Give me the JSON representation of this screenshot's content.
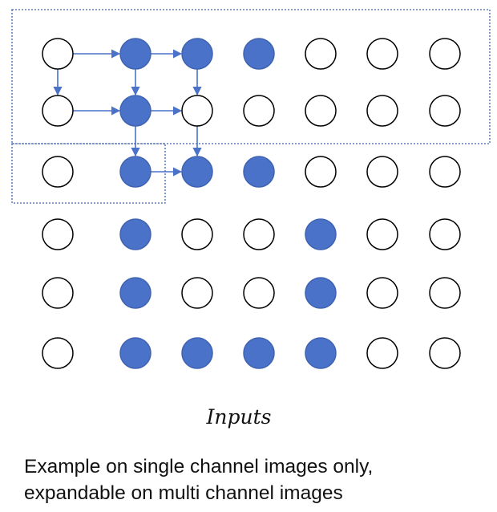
{
  "grid": {
    "rows": 6,
    "cols": 7,
    "filled": [
      [
        0,
        1,
        1,
        1,
        0,
        0,
        0
      ],
      [
        0,
        1,
        0,
        0,
        0,
        0,
        0
      ],
      [
        0,
        1,
        1,
        1,
        0,
        0,
        0
      ],
      [
        0,
        1,
        0,
        0,
        1,
        0,
        0
      ],
      [
        0,
        1,
        0,
        0,
        1,
        0,
        0
      ],
      [
        0,
        1,
        1,
        1,
        1,
        0,
        0
      ]
    ],
    "fill_color": "#4a72c9",
    "empty_color": "#ffffff",
    "stroke_color": "#000000",
    "arrow_color": "#4a72c9",
    "box_color": "#3d64b3",
    "arrows": [
      {
        "from": [
          0,
          0
        ],
        "to": [
          0,
          1
        ]
      },
      {
        "from": [
          0,
          1
        ],
        "to": [
          0,
          2
        ]
      },
      {
        "from": [
          0,
          0
        ],
        "to": [
          1,
          0
        ]
      },
      {
        "from": [
          0,
          1
        ],
        "to": [
          1,
          1
        ]
      },
      {
        "from": [
          0,
          2
        ],
        "to": [
          1,
          2
        ]
      },
      {
        "from": [
          1,
          0
        ],
        "to": [
          1,
          1
        ]
      },
      {
        "from": [
          1,
          1
        ],
        "to": [
          1,
          2
        ]
      },
      {
        "from": [
          1,
          1
        ],
        "to": [
          2,
          1
        ]
      },
      {
        "from": [
          1,
          2
        ],
        "to": [
          2,
          2
        ]
      },
      {
        "from": [
          2,
          1
        ],
        "to": [
          2,
          2
        ]
      }
    ]
  },
  "title": "Inputs",
  "caption": {
    "line1": "Example on single channel images only,",
    "line2": "expandable on multi channel images"
  }
}
